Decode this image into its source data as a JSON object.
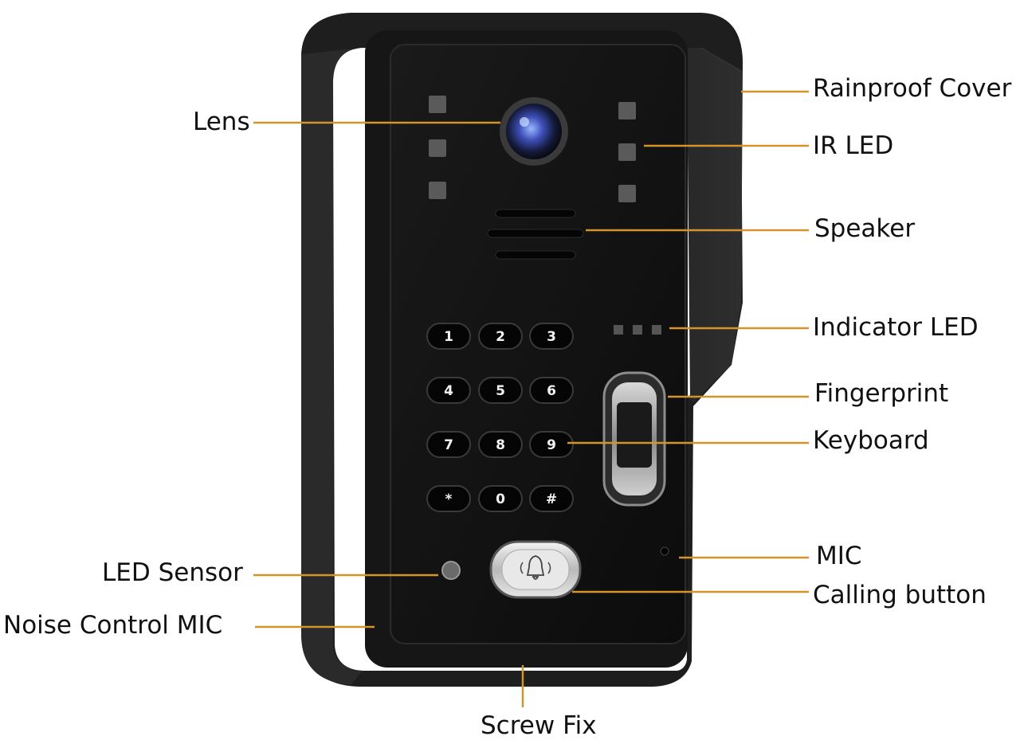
{
  "labels": {
    "rainproof_cover": "Rainproof Cover",
    "ir_led": "IR LED",
    "speaker": "Speaker",
    "indicator_led": "Indicator LED",
    "fingerprint": "Fingerprint",
    "keyboard": "Keyboard",
    "mic": "MIC",
    "calling_button": "Calling button",
    "lens": "Lens",
    "led_sensor": "LED Sensor",
    "noise_control_mic": "Noise Control MIC",
    "screw_fix": "Screw Fix"
  },
  "keypad": [
    "1",
    "2",
    "3",
    "4",
    "5",
    "6",
    "7",
    "8",
    "9",
    "*",
    "0",
    "#"
  ],
  "colors": {
    "leader_line": "#d4942a",
    "device_body": "#1d1d1d",
    "panel": "#111111"
  }
}
